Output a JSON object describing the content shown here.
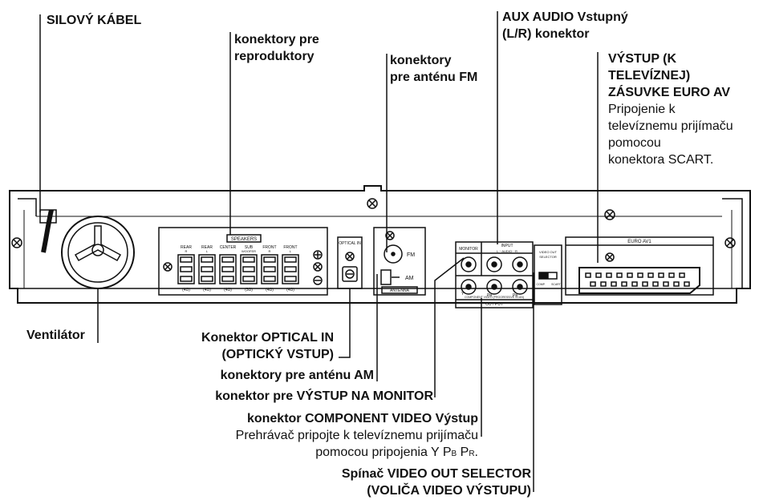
{
  "callouts": {
    "power_cable": "SILOVÝ KÁBEL",
    "speaker_connectors": [
      "konektory pre",
      "reproduktory"
    ],
    "fm_antenna": [
      "konektory",
      "pre anténu FM"
    ],
    "aux_audio": [
      "AUX AUDIO Vstupný",
      "(L/R) konektor"
    ],
    "euro_av_title": [
      "VÝSTUP (K",
      "TELEVÍZNEJ)",
      "ZÁSUVKE EURO AV"
    ],
    "euro_av_desc": [
      "Pripojenie k",
      "televíznemu prijímaču",
      "pomocou",
      "konektora SCART."
    ],
    "fan": "Ventilátor",
    "optical_in": [
      "Konektor OPTICAL IN",
      "(OPTICKÝ VSTUP)"
    ],
    "am_antenna": "konektory pre anténu AM",
    "monitor_out": "konektor pre VÝSTUP NA MONITOR",
    "component_title": "konektor COMPONENT VIDEO Výstup",
    "component_desc": [
      "Prehrávač pripojte k televíznemu prijímaču",
      "pomocou pripojenia Y P",
      "B",
      " P",
      "R",
      "."
    ],
    "video_out_selector": [
      "Spínač VIDEO OUT SELECTOR",
      "(VOLIČA VIDEO VÝSTUPU)"
    ]
  },
  "panel": {
    "speakers_title": "SPEAKERS",
    "speaker_channels": [
      {
        "top": "REAR",
        "bottom": "R",
        "imp": "(4Ω)"
      },
      {
        "top": "REAR",
        "bottom": "L",
        "imp": "(4Ω)"
      },
      {
        "top": "CENTER",
        "bottom": "",
        "imp": "(4Ω)"
      },
      {
        "top": "SUB",
        "bottom": "WOOFER",
        "imp": "(3Ω)"
      },
      {
        "top": "FRONT",
        "bottom": "R",
        "imp": "(4Ω)"
      },
      {
        "top": "FRONT",
        "bottom": "L",
        "imp": "(4Ω)"
      }
    ],
    "plus": "⊕",
    "minus": "⊖",
    "optical_in": "OPTICAL IN",
    "fm": "FM",
    "am": "AM",
    "antenna": "ANTENNA",
    "monitor": "MONITOR",
    "input": "INPUT",
    "input_lr": "L···AUDIO···R",
    "component_label": "COMPONENT VIDEO (PROGRESSIVE SCAN)",
    "output": "OUT PUT",
    "y": "Y",
    "pb": "Pʙ",
    "pr": "Pʀ",
    "video_out_selector": [
      "VIDEO OUT",
      "SELECTOR"
    ],
    "selector_options": [
      "COMP.",
      "SCART"
    ],
    "euro_av": "EURO AV1"
  }
}
